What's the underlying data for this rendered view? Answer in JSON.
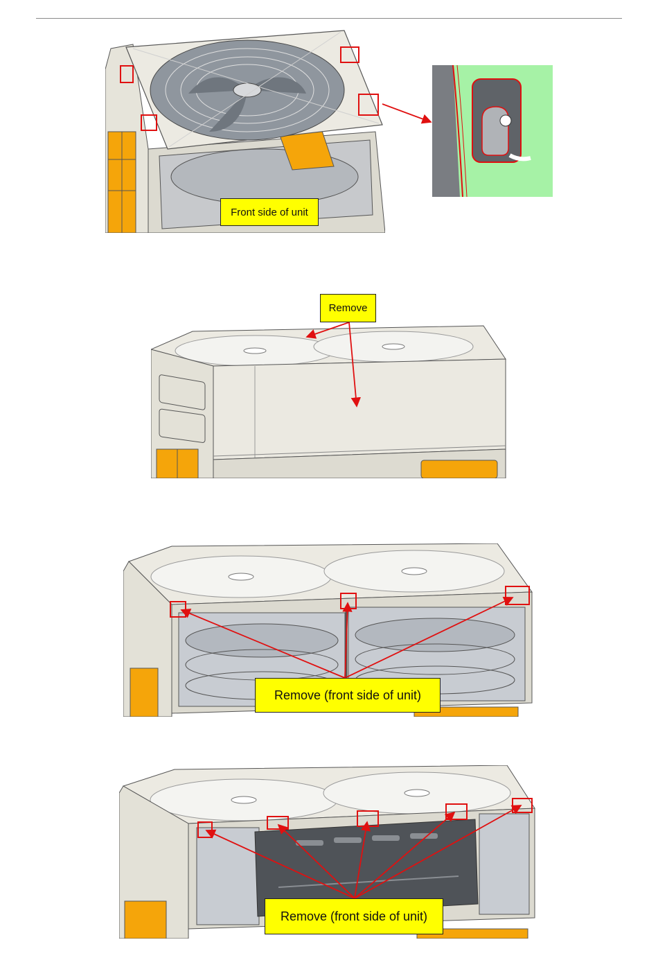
{
  "figure_1": {
    "callout": "Front side of unit"
  },
  "figure_2": {
    "callout": "Remove"
  },
  "figure_3": {
    "callout": "Remove (front side of unit)"
  },
  "figure_4": {
    "callout": "Remove (front side of unit)"
  },
  "colors": {
    "panel": "#e9e7dd",
    "panel_shadow": "#c9c7bd",
    "coil_orange": "#f5a50a",
    "fan_grey": "#9aa1a8",
    "highlight_red": "#e01010",
    "callout_yellow": "#ffff00",
    "detail_green": "#a6f2a6"
  }
}
